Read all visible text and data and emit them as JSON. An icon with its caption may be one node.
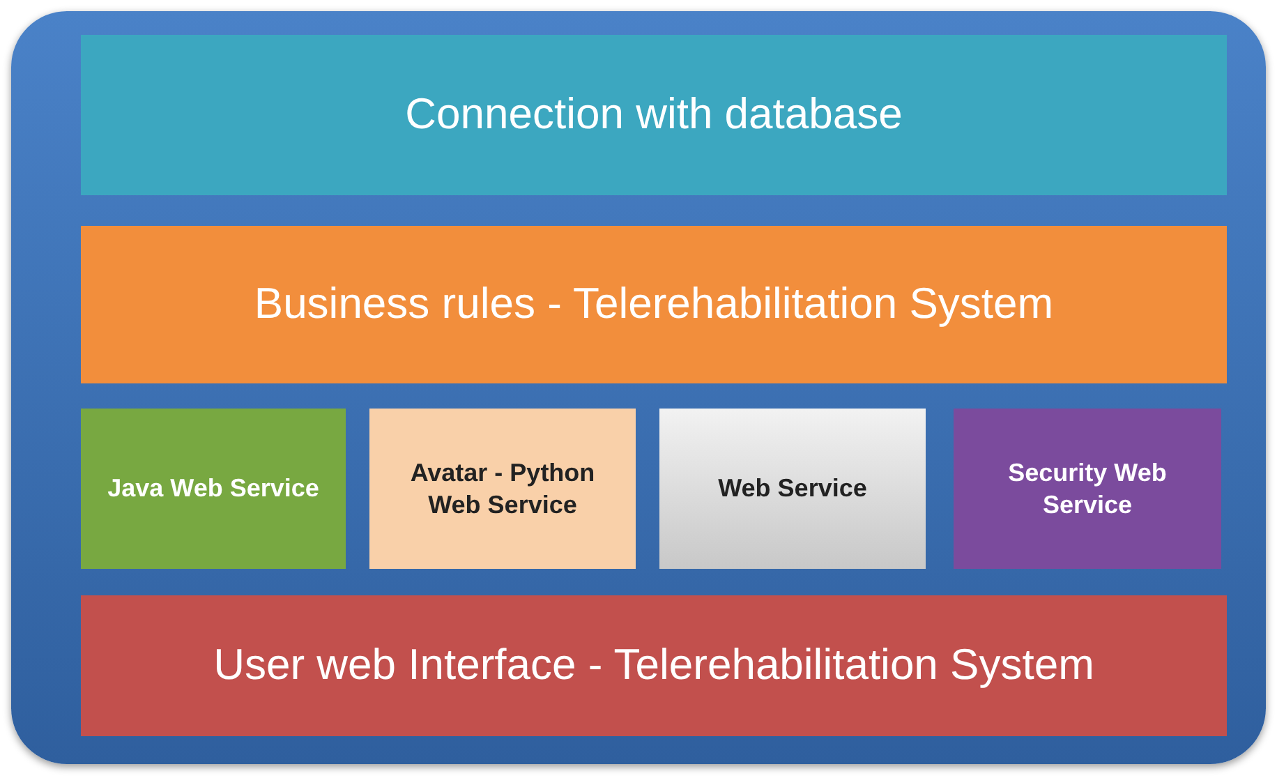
{
  "diagram": {
    "nodes": [
      {
        "text": [],
        "shape": "box"
      },
      {
        "text": [
          "Connection with database"
        ],
        "in": 0
      },
      {
        "text": [
          "Business rules - Telerehabilitation System"
        ],
        "in": 0
      },
      {
        "text": [
          "Java Web Service"
        ],
        "in": 0
      },
      {
        "text": [
          "Avatar - Python Web Service"
        ],
        "in": 0
      },
      {
        "text": [
          "Web Service"
        ],
        "in": 0
      },
      {
        "text": [
          "Security Web Service"
        ],
        "in": 0
      },
      {
        "text": [
          "User web Interface - Telerehabilitation System"
        ],
        "in": 0
      }
    ]
  }
}
